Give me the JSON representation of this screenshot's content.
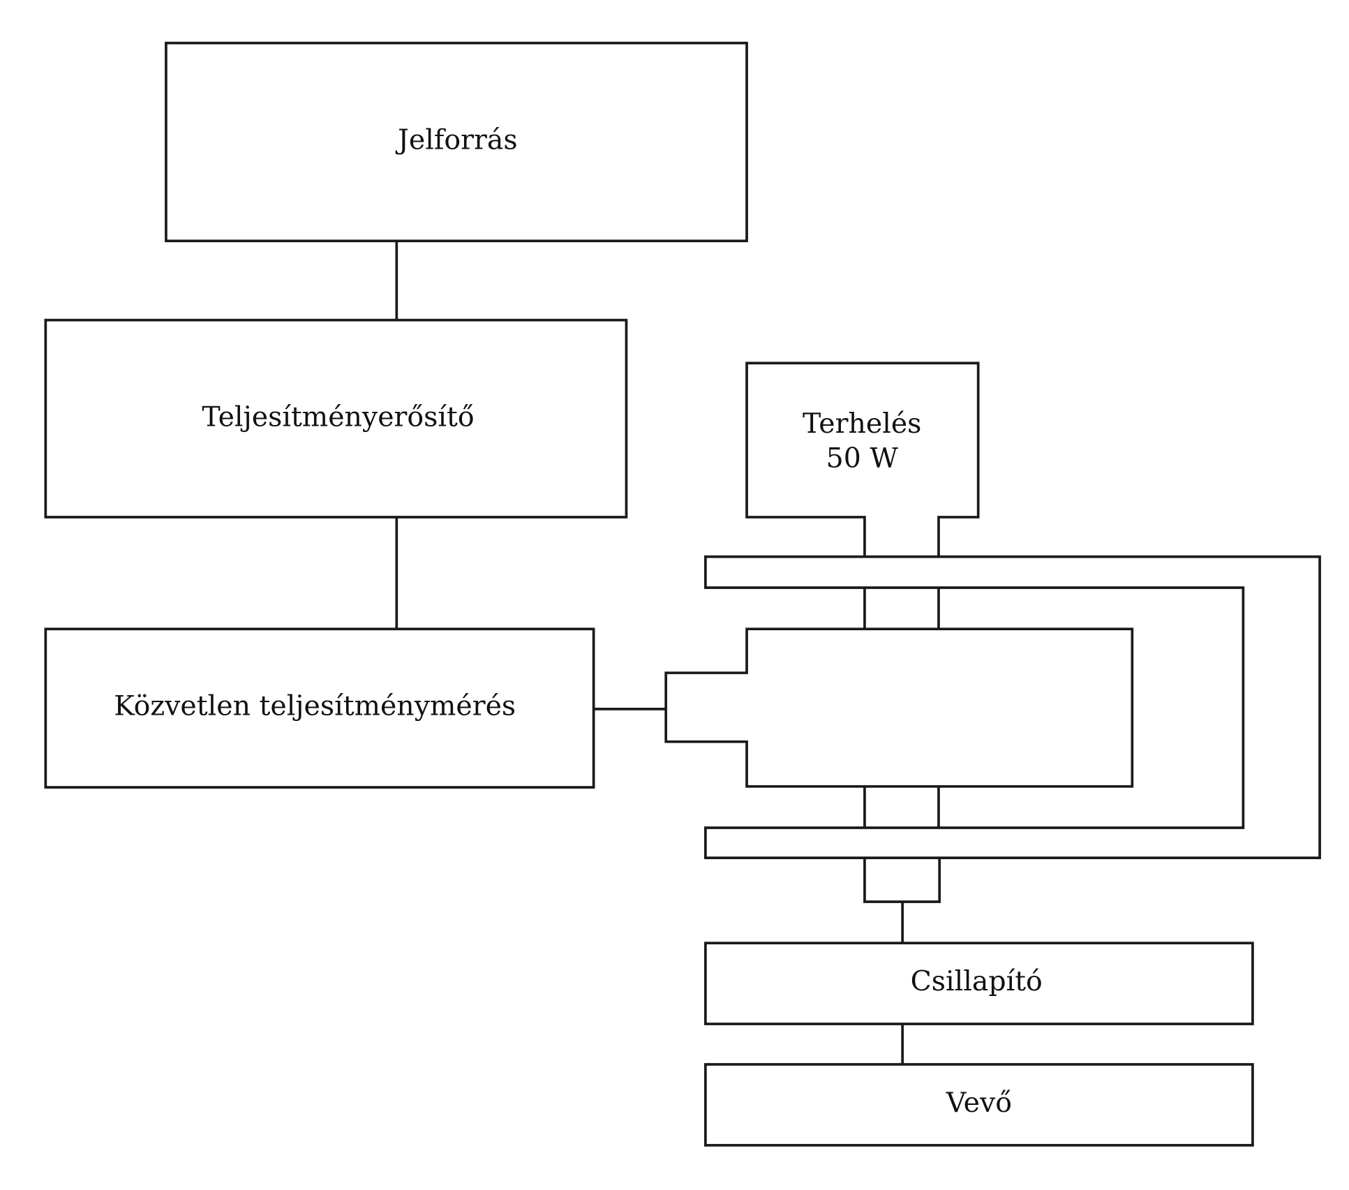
{
  "blocks": {
    "signal_source": "Jelforrás",
    "power_amplifier": "Teljesítményerősítő",
    "direct_power_measurement": "Közvetlen teljesítménymérés",
    "load_line1": "Terhelés",
    "load_line2": "50 W",
    "attenuator": "Csillapító",
    "receiver": "Vevő"
  },
  "colors": {
    "line": "#1a1a1a",
    "background": "#ffffff",
    "text": "#111111"
  }
}
